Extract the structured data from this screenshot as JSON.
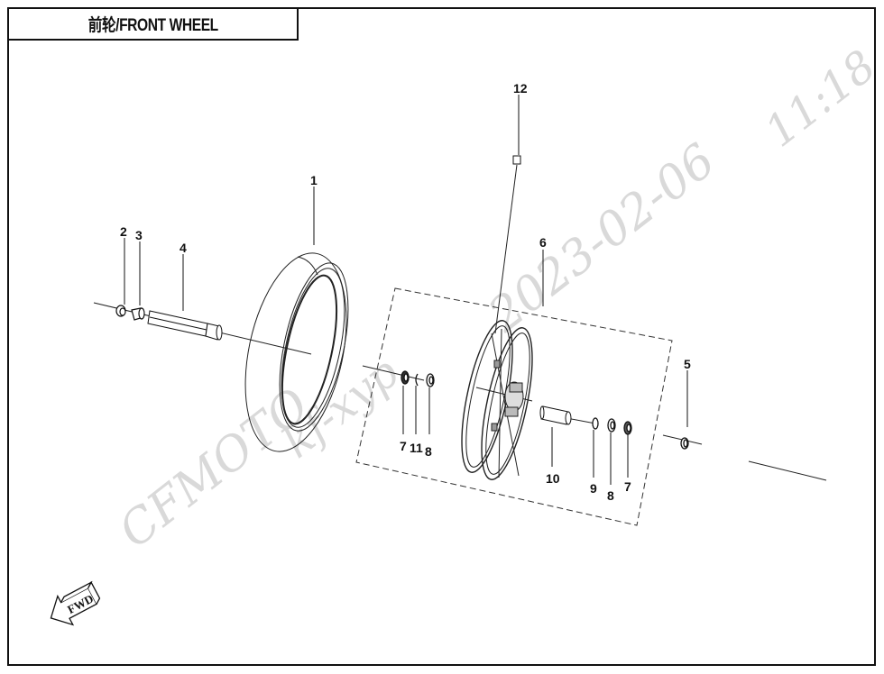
{
  "header": {
    "title": "前轮/FRONT WHEEL"
  },
  "watermark": {
    "brand": "CFMOTO",
    "user": "kf-xyp",
    "date": "2023-02-06",
    "time": "11:18"
  },
  "direction_indicator": {
    "label": "FWD",
    "icon": "forward-arrow-icon"
  },
  "callouts": [
    {
      "number": "1",
      "part": "tire"
    },
    {
      "number": "2",
      "part": "axle-nut"
    },
    {
      "number": "3",
      "part": "collar"
    },
    {
      "number": "4",
      "part": "front-axle"
    },
    {
      "number": "5",
      "part": "collar-right"
    },
    {
      "number": "6",
      "part": "wheel-rim-assembly"
    },
    {
      "number": "7",
      "part": "oil-seal-left"
    },
    {
      "number": "11",
      "part": "circlip"
    },
    {
      "number": "8",
      "part": "bearing-left"
    },
    {
      "number": "10",
      "part": "distance-collar"
    },
    {
      "number": "9",
      "part": "o-ring"
    },
    {
      "number": "8",
      "part": "bearing-right"
    },
    {
      "number": "7",
      "part": "oil-seal-right"
    },
    {
      "number": "12",
      "part": "valve-stem"
    }
  ]
}
